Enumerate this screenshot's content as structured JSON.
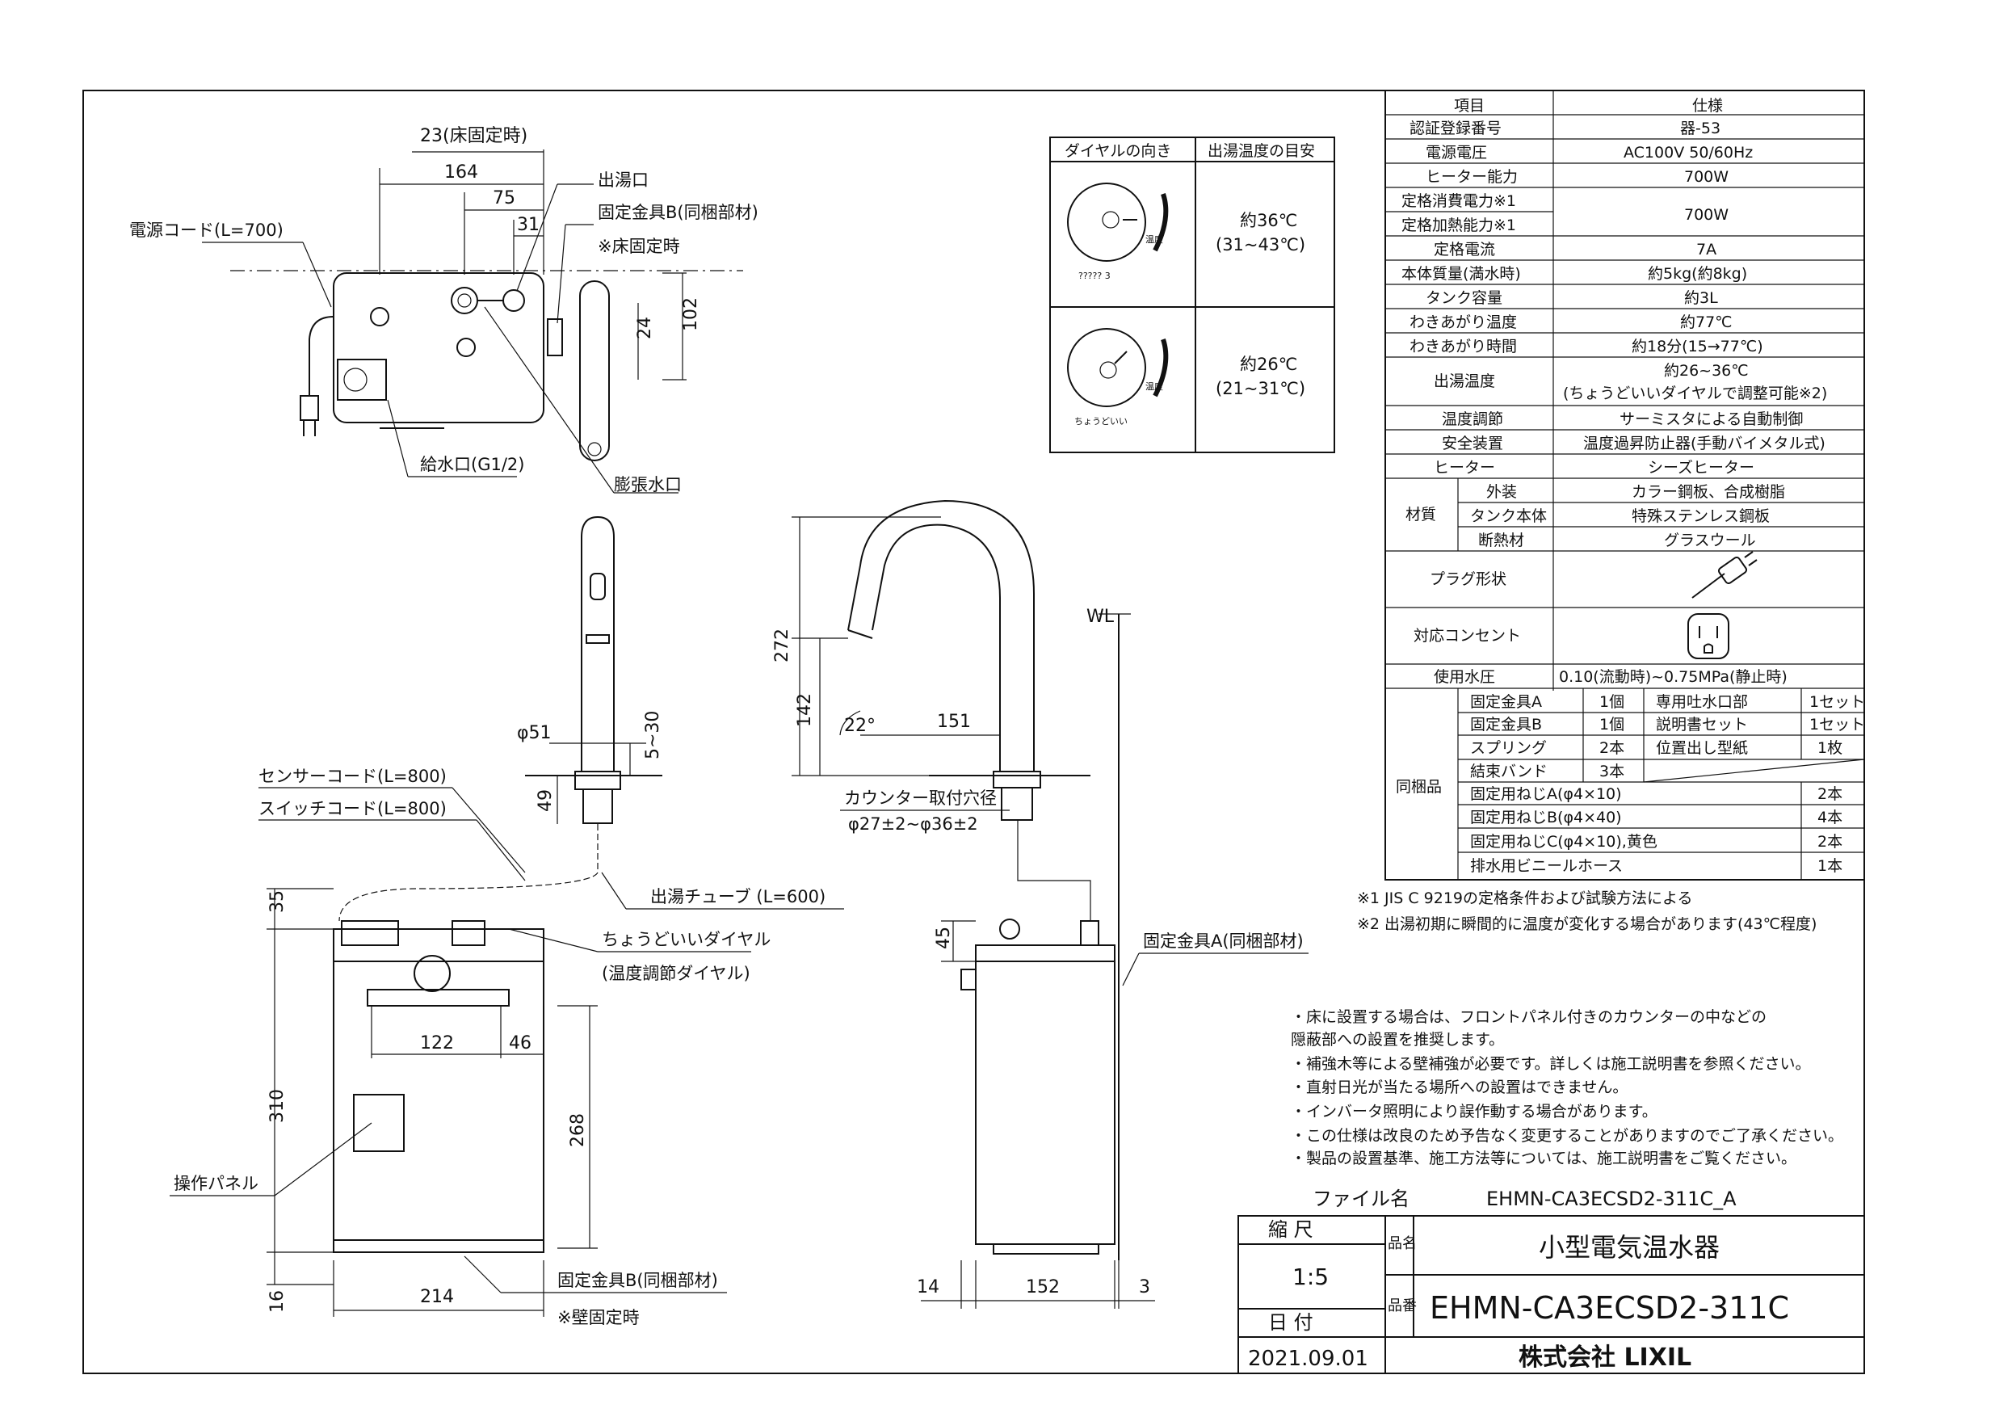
{
  "labels": {
    "dim_23": "23(床固定時)",
    "dim_164": "164",
    "dim_75": "75",
    "dim_31": "31",
    "dim_24": "24",
    "dim_102": "102",
    "power_cord": "電源コード(L=700)",
    "hot_outlet": "出湯口",
    "bracket_b_top": "固定金具B(同梱部材)",
    "floor_fix_top": "※床固定時",
    "water_inlet": "給水口(G1/2)",
    "expansion": "膨張水口",
    "dim_phi51": "φ51",
    "dim_5_30": "5~30",
    "dim_49": "49",
    "sensor_cord": "センサーコード(L=800)",
    "switch_cord": "スイッチコード(L=800)",
    "tube": "出湯チューブ (L=600)",
    "dial": "ちょうどいいダイヤル",
    "dial_sub": "(温度調節ダイヤル)",
    "dim_35": "35",
    "dim_310": "310",
    "dim_122": "122",
    "dim_46": "46",
    "dim_268": "268",
    "panel": "操作パネル",
    "dim_16": "16",
    "dim_214": "214",
    "bracket_b_bottom": "固定金具B(同梱部材)",
    "wall_fix": "※壁固定時",
    "dim_272": "272",
    "dim_142": "142",
    "dim_22": "22°",
    "dim_151": "151",
    "counter_hole": "カウンター取付穴径",
    "counter_hole_val": "φ27±2~φ36±2",
    "wl": "WL",
    "dim_45": "45",
    "bracket_a": "固定金具A(同梱部材)",
    "dim_14": "14",
    "dim_152": "152",
    "dim_3": "3"
  },
  "dial_table": {
    "headers": [
      "ダイヤルの向き",
      "出湯温度の目安"
    ],
    "rows": [
      {
        "temp": "約36℃",
        "range": "(31~43℃)",
        "gauge": "温度",
        "marks": "????? 3"
      },
      {
        "temp": "約26℃",
        "range": "(21~31℃)",
        "gauge": "温度",
        "marks": "ちょうどいい"
      }
    ]
  },
  "spec": {
    "header": [
      "項目",
      "仕様"
    ],
    "rows": [
      [
        "認証登録番号",
        "器-53"
      ],
      [
        "電源電圧",
        "AC100V 50/60Hz"
      ],
      [
        "ヒーター能力",
        "700W"
      ],
      [
        "定格消費電力※1",
        ""
      ],
      [
        "定格加熱能力※1",
        ""
      ],
      [
        "定格電流",
        "7A"
      ],
      [
        "本体質量(満水時)",
        "約5kg(約8kg)"
      ],
      [
        "タンク容量",
        "約3L"
      ],
      [
        "わきあがり温度",
        "約77℃"
      ],
      [
        "わきあがり時間",
        "約18分(15→77℃)"
      ]
    ],
    "merged_power": "700W",
    "outlet_temp_label": "出湯温度",
    "outlet_temp_1": "約26~36℃",
    "outlet_temp_2": "(ちょうどいいダイヤルで調整可能※2)",
    "rows2": [
      [
        "温度調節",
        "サーミスタによる自動制御"
      ],
      [
        "安全装置",
        "温度過昇防止器(手動バイメタル式)"
      ],
      [
        "ヒーター",
        "シーズヒーター"
      ]
    ],
    "material_label": "材質",
    "materials": [
      [
        "外装",
        "カラー鋼板、合成樹脂"
      ],
      [
        "タンク本体",
        "特殊ステンレス鋼板"
      ],
      [
        "断熱材",
        "グラスウール"
      ]
    ],
    "plug": "プラグ形状",
    "outlet": "対応コンセント",
    "pressure_label": "使用水圧",
    "pressure": "0.10(流動時)~0.75MPa(静止時)",
    "bundled_label": "同梱品",
    "bundled_a": [
      [
        "固定金具A",
        "1個",
        "専用吐水口部",
        "1セット"
      ],
      [
        "固定金具B",
        "1個",
        "説明書セット",
        "1セット"
      ],
      [
        "スプリング",
        "2本",
        "位置出し型紙",
        "1枚"
      ],
      [
        "結束バンド",
        "3本",
        "",
        ""
      ]
    ],
    "bundled_b": [
      [
        "固定用ねじA(φ4×10)",
        "2本"
      ],
      [
        "固定用ねじB(φ4×40)",
        "4本"
      ],
      [
        "固定用ねじC(φ4×10),黄色",
        "2本"
      ],
      [
        "排水用ビニールホース",
        "1本"
      ]
    ]
  },
  "footnotes": [
    "※1  JIS C 9219の定格条件および試験方法による",
    "※2  出湯初期に瞬間的に温度が変化する場合があります(43℃程度)"
  ],
  "notes": [
    "・床に設置する場合は、フロントパネル付きのカウンターの中などの",
    "  隠蔽部への設置を推奨します。",
    "・補強木等による壁補強が必要です。詳しくは施工説明書を参照ください。",
    "・直射日光が当たる場所への設置はできません。",
    "・インバータ照明により誤作動する場合があります。",
    "・この仕様は改良のため予告なく変更することがありますのでご了承ください。",
    "・製品の設置基準、施工方法等については、施工説明書をご覧ください。"
  ],
  "title_block": {
    "file_label": "ファイル名",
    "file_name": "EHMN-CA3ECSD2-311C_A",
    "scale_label": "縮 尺",
    "scale": "1:5",
    "date_label": "日 付",
    "date": "2021.09.01",
    "name_label": "品名",
    "name": "小型電気温水器",
    "num_label": "品番",
    "number": "EHMN-CA3ECSD2-311C",
    "company": "株式会社 LIXIL"
  }
}
